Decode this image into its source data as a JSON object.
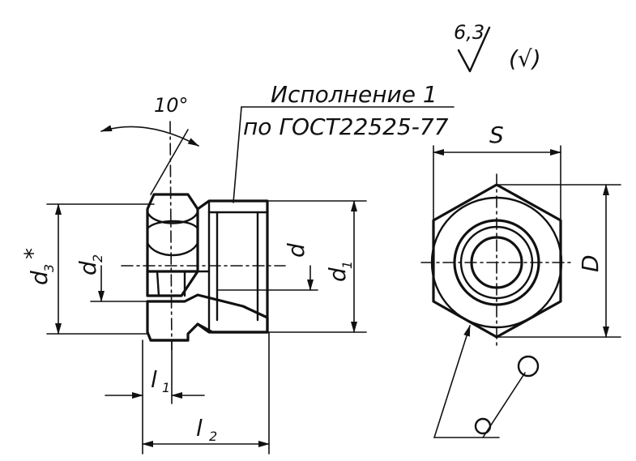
{
  "labels": {
    "roughness": "6,3",
    "roughness_note": "(√)",
    "angle": "10°",
    "execution_line1": "Исполнение 1",
    "execution_line2": "по ГОСТ22525-77",
    "d3": "d",
    "d3_sub": "3",
    "d3_star": "*",
    "d2": "d",
    "d2_sub": "2",
    "d": "d",
    "d1": "d",
    "d1_sub": "1",
    "l1": "l",
    "l1_sub": "1",
    "l2": "l",
    "l2_sub": "2",
    "S": "S",
    "D": "D"
  }
}
